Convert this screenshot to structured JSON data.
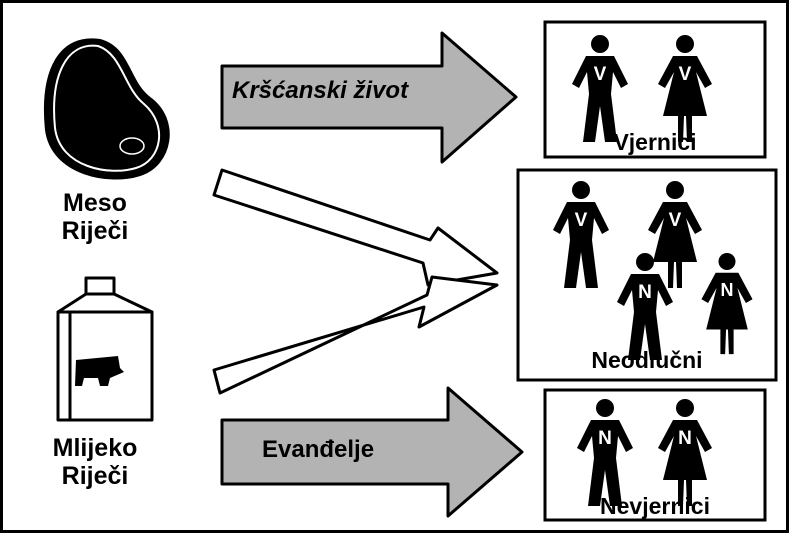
{
  "left": {
    "meat_label_line1": "Meso",
    "meat_label_line2": "Riječi",
    "milk_label_line1": "Mlijeko",
    "milk_label_line2": "Riječi"
  },
  "arrows": {
    "top_label": "Kršćanski život",
    "bottom_label": "Evanđelje"
  },
  "boxes": {
    "believers": {
      "label": "Vjernici",
      "figures": [
        "V",
        "V"
      ]
    },
    "undecided": {
      "label": "Neodlučni",
      "figures": [
        "V",
        "V",
        "N",
        "N"
      ]
    },
    "unbelievers": {
      "label": "Nevjernici",
      "figures": [
        "N",
        "N"
      ]
    }
  },
  "colors": {
    "arrow_fill": "#b3b3b3",
    "ink": "#000000",
    "paper": "#ffffff"
  }
}
